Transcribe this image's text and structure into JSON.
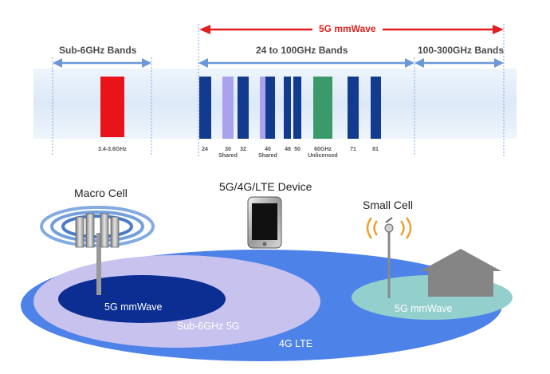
{
  "spectrum": {
    "mmwave_title": "5G mmWave",
    "sub6_title": "Sub-6GHz Bands",
    "mid_title": "24 to 100GHz Bands",
    "high_title": "100-300GHz Bands",
    "sub6_band_label": "3.4-3.6GHz",
    "bands": [
      {
        "freq": "24",
        "note": "",
        "color": "#123a8f"
      },
      {
        "freq": "30",
        "note": "Shared",
        "color": "#a9a3ee"
      },
      {
        "freq": "32",
        "note": "",
        "color": "#123a8f"
      },
      {
        "freq": "40",
        "note": "Shared",
        "color": "#a9a3ee"
      },
      {
        "freq": "48",
        "note": "",
        "color": "#123a8f"
      },
      {
        "freq": "50",
        "note": "",
        "color": "#123a8f"
      },
      {
        "freq": "60GHz",
        "note": "Unlicensed",
        "color": "#3a9a6a"
      },
      {
        "freq": "71",
        "note": "",
        "color": "#123a8f"
      },
      {
        "freq": "81",
        "note": "",
        "color": "#123a8f"
      }
    ]
  },
  "coverage": {
    "macro_cell": "Macro Cell",
    "device": "5G/4G/LTE Device",
    "small_cell": "Small Cell",
    "macro_mmwave": "5G mmWave",
    "sub6_5g": "Sub-6GHz 5G",
    "lte": "4G LTE",
    "small_mmwave": "5G mmWave"
  },
  "colors": {
    "arrow_red": "#e02020",
    "arrow_blue": "#6a98d8",
    "strip": "#e5f0fa",
    "sub6_band": "#e8141a",
    "lte_area": "#4d82e8",
    "sub6_area": "#c8c2ef",
    "mmwave_area": "#0c2e93",
    "small_cell_area": "#93cfcd",
    "house": "#858585"
  }
}
